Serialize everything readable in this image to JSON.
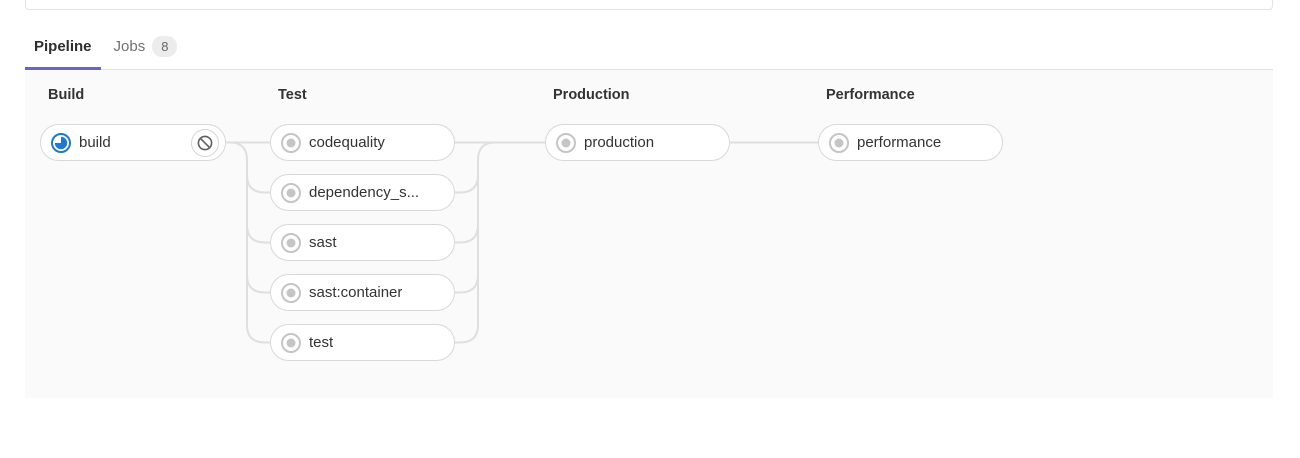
{
  "tabs": {
    "pipeline": {
      "label": "Pipeline"
    },
    "jobs": {
      "label": "Jobs",
      "badge": "8"
    }
  },
  "pipeline": {
    "stages": [
      {
        "title": "Build",
        "jobs": [
          {
            "name": "build",
            "status": "running",
            "action": "cancel"
          }
        ]
      },
      {
        "title": "Test",
        "jobs": [
          {
            "name": "codequality",
            "status": "created"
          },
          {
            "name": "dependency_s...",
            "status": "created"
          },
          {
            "name": "sast",
            "status": "created"
          },
          {
            "name": "sast:container",
            "status": "created"
          },
          {
            "name": "test",
            "status": "created"
          }
        ]
      },
      {
        "title": "Production",
        "jobs": [
          {
            "name": "production",
            "status": "created"
          }
        ]
      },
      {
        "title": "Performance",
        "jobs": [
          {
            "name": "performance",
            "status": "created"
          }
        ]
      }
    ]
  },
  "icons": {
    "running": "status-running-icon",
    "created": "status-created-icon",
    "cancel": "cancel-ban-icon"
  },
  "colors": {
    "tab_accent": "#6666c4",
    "running_blue": "#1f78d1",
    "created_gray": "#c5c5c5",
    "connector": "#dfdfdf",
    "graph_background": "#fafafa"
  }
}
